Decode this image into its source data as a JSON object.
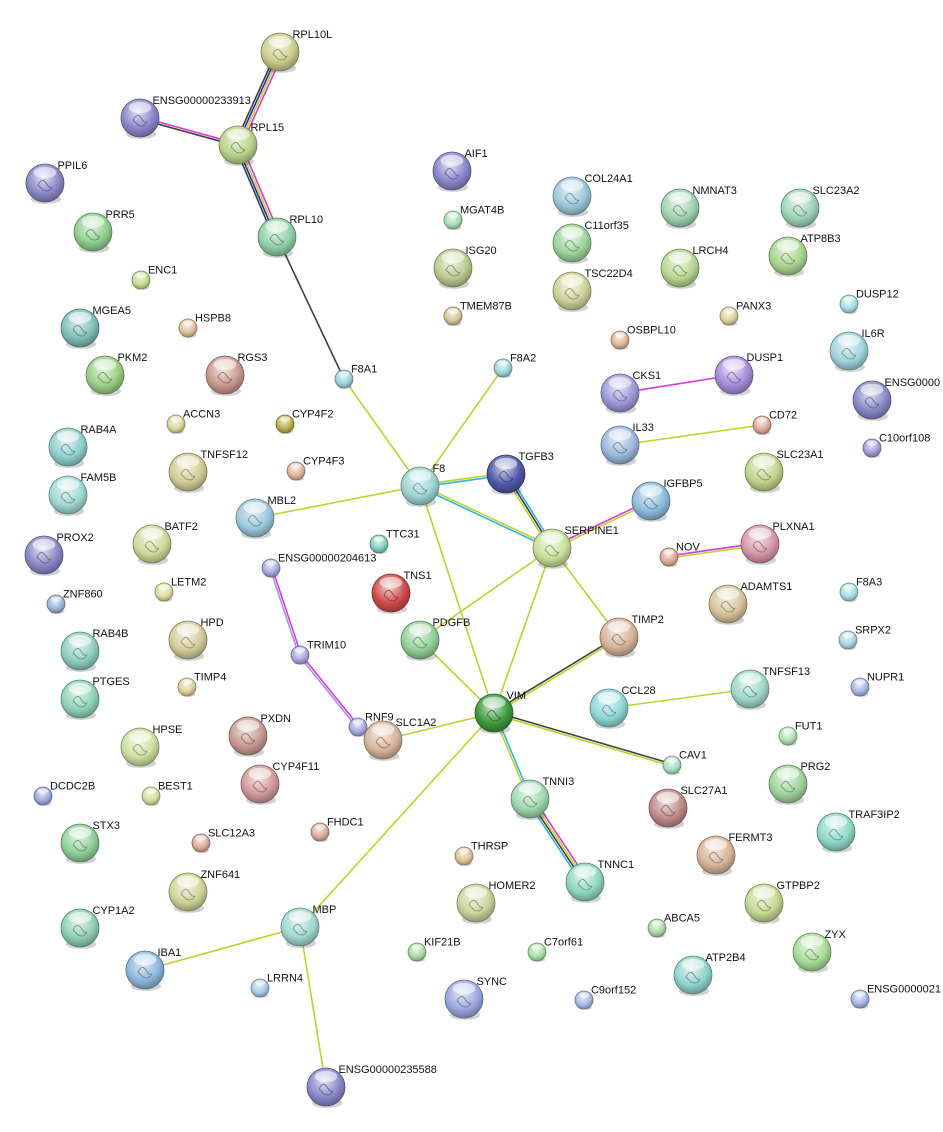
{
  "evidence_colors": {
    "lime": "#bcd32c",
    "cyan": "#2fb6e0",
    "magenta": "#d83ad8",
    "dark": "#3f3f3f",
    "blue": "#2a2aa0",
    "lavender": "#9d96f0"
  },
  "nodes": [
    {
      "id": "RPL10L",
      "color": "#c9cd8a",
      "big": true
    },
    {
      "id": "ENSG00000233913",
      "color": "#8c87cc",
      "big": true
    },
    {
      "id": "RPL15",
      "color": "#b8d38a",
      "big": true
    },
    {
      "id": "PPIL6",
      "color": "#8a89c8",
      "big": true
    },
    {
      "id": "PRR5",
      "color": "#8fd08f",
      "big": true
    },
    {
      "id": "RPL10",
      "color": "#8fd0a8",
      "big": true
    },
    {
      "id": "ENC1",
      "color": "#c4dc8e",
      "big": false
    },
    {
      "id": "MGEA5",
      "color": "#7fbfb8",
      "big": true
    },
    {
      "id": "HSPB8",
      "color": "#d9c39a",
      "big": false
    },
    {
      "id": "PKM2",
      "color": "#9ccf86",
      "big": true
    },
    {
      "id": "RGS3",
      "color": "#c99a90",
      "big": true
    },
    {
      "id": "F8A1",
      "color": "#9fd2dc",
      "big": false
    },
    {
      "id": "F8A2",
      "color": "#9fd2dc",
      "big": false
    },
    {
      "id": "AIF1",
      "color": "#8a87cc",
      "big": true
    },
    {
      "id": "MGAT4B",
      "color": "#a8e0b0",
      "big": false
    },
    {
      "id": "ISG20",
      "color": "#bccb90",
      "big": true
    },
    {
      "id": "TMEM87B",
      "color": "#d9c39a",
      "big": false
    },
    {
      "id": "COL24A1",
      "color": "#9cc8dc",
      "big": true
    },
    {
      "id": "C11orf35",
      "color": "#9ed49c",
      "big": true
    },
    {
      "id": "TSC22D4",
      "color": "#cfd29a",
      "big": true
    },
    {
      "id": "NMNAT3",
      "color": "#9fd4b0",
      "big": true
    },
    {
      "id": "LRCH4",
      "color": "#b9d790",
      "big": true
    },
    {
      "id": "SLC23A2",
      "color": "#9fd4b8",
      "big": true
    },
    {
      "id": "ATP8B3",
      "color": "#acd48e",
      "big": true
    },
    {
      "id": "PANX3",
      "color": "#dccf9c",
      "big": false
    },
    {
      "id": "DUSP12",
      "color": "#a8dde0",
      "big": false
    },
    {
      "id": "OSBPL10",
      "color": "#dcb899",
      "big": false
    },
    {
      "id": "IL6R",
      "color": "#9fd4dc",
      "big": true
    },
    {
      "id": "CKS1",
      "color": "#9c9ad8",
      "big": true
    },
    {
      "id": "DUSP1",
      "color": "#a88cdc",
      "big": true
    },
    {
      "id": "ENSG0000",
      "color": "#8a89c8",
      "big": true
    },
    {
      "id": "CD72",
      "color": "#dcaa99",
      "big": false
    },
    {
      "id": "C10orf108",
      "color": "#a09cd8",
      "big": false
    },
    {
      "id": "IL33",
      "color": "#9cb8dc",
      "big": true
    },
    {
      "id": "SLC23A1",
      "color": "#bfd48c",
      "big": true
    },
    {
      "id": "RAB4A",
      "color": "#8fcfcc",
      "big": true
    },
    {
      "id": "ACCN3",
      "color": "#d8d89a",
      "big": false
    },
    {
      "id": "CYP4F2",
      "color": "#b8b04a",
      "big": false
    },
    {
      "id": "TNFSF12",
      "color": "#d2cc96",
      "big": true
    },
    {
      "id": "CYP4F3",
      "color": "#dcb49a",
      "big": false
    },
    {
      "id": "FAM5B",
      "color": "#9fd8d4",
      "big": true
    },
    {
      "id": "MBL2",
      "color": "#9cc8dc",
      "big": true
    },
    {
      "id": "F8",
      "color": "#9fd4d4",
      "big": true
    },
    {
      "id": "TGFB3",
      "color": "#5058a8",
      "big": true
    },
    {
      "id": "SERPINE1",
      "color": "#c8e09a",
      "big": true
    },
    {
      "id": "IGFBP5",
      "color": "#8cbcdc",
      "big": true
    },
    {
      "id": "TTC31",
      "color": "#7fcfc0",
      "big": false
    },
    {
      "id": "TNS1",
      "color": "#d04a4a",
      "big": true
    },
    {
      "id": "PROX2",
      "color": "#8a89c8",
      "big": true
    },
    {
      "id": "BATF2",
      "color": "#cfd898",
      "big": true
    },
    {
      "id": "ENSG00000204613",
      "color": "#a8a8e0",
      "big": false
    },
    {
      "id": "NOV",
      "color": "#dcaa99",
      "big": false
    },
    {
      "id": "PLXNA1",
      "color": "#d896a8",
      "big": true
    },
    {
      "id": "LETM2",
      "color": "#dcdc9c",
      "big": false
    },
    {
      "id": "ZNF860",
      "color": "#9cb4dc",
      "big": false
    },
    {
      "id": "ADAMTS1",
      "color": "#d8c49a",
      "big": true
    },
    {
      "id": "F8A3",
      "color": "#a8dde0",
      "big": false
    },
    {
      "id": "HPD",
      "color": "#d4cc9a",
      "big": true
    },
    {
      "id": "PDGFB",
      "color": "#94d098",
      "big": true
    },
    {
      "id": "TIMP2",
      "color": "#d8b498",
      "big": true
    },
    {
      "id": "RAB4B",
      "color": "#8fcfc0",
      "big": true
    },
    {
      "id": "TRIM10",
      "color": "#a8a8e0",
      "big": false
    },
    {
      "id": "SRPX2",
      "color": "#a8d4e0",
      "big": false
    },
    {
      "id": "NUPR1",
      "color": "#a8b8e4",
      "big": false
    },
    {
      "id": "PTGES",
      "color": "#8fd4b8",
      "big": true
    },
    {
      "id": "TIMP4",
      "color": "#ddd09c",
      "big": false
    },
    {
      "id": "VIM",
      "color": "#3d9a3d",
      "big": true
    },
    {
      "id": "CCL28",
      "color": "#8fd8d8",
      "big": true
    },
    {
      "id": "TNFSF13",
      "color": "#9fd8c8",
      "big": true
    },
    {
      "id": "RNF9",
      "color": "#a8a8e0",
      "big": false
    },
    {
      "id": "PXDN",
      "color": "#c89a90",
      "big": true
    },
    {
      "id": "HPSE",
      "color": "#cce0a0",
      "big": true
    },
    {
      "id": "FUT1",
      "color": "#b0e0b0",
      "big": false
    },
    {
      "id": "SLC1A2",
      "color": "#d8b49a",
      "big": true
    },
    {
      "id": "CAV1",
      "color": "#a8e0c0",
      "big": false
    },
    {
      "id": "CYP4F11",
      "color": "#d49a9a",
      "big": true
    },
    {
      "id": "DCDC2B",
      "color": "#9ca8dc",
      "big": false
    },
    {
      "id": "BEST1",
      "color": "#d4dc9c",
      "big": false
    },
    {
      "id": "PRG2",
      "color": "#a0d49a",
      "big": true
    },
    {
      "id": "SLC27A1",
      "color": "#c08a88",
      "big": true
    },
    {
      "id": "TNNI3",
      "color": "#9fd8b0",
      "big": true
    },
    {
      "id": "TRAF3IP2",
      "color": "#8fd8c8",
      "big": true
    },
    {
      "id": "STX3",
      "color": "#8fd098",
      "big": true
    },
    {
      "id": "SLC12A3",
      "color": "#dcaa99",
      "big": false
    },
    {
      "id": "FHDC1",
      "color": "#dcaa99",
      "big": false
    },
    {
      "id": "FERMT3",
      "color": "#d8b498",
      "big": true
    },
    {
      "id": "THRSP",
      "color": "#dcc39a",
      "big": false
    },
    {
      "id": "TNNC1",
      "color": "#8fd8c0",
      "big": true
    },
    {
      "id": "ZNF641",
      "color": "#d0d498",
      "big": true
    },
    {
      "id": "HOMER2",
      "color": "#c8d49a",
      "big": true
    },
    {
      "id": "GTPBP2",
      "color": "#c4d890",
      "big": true
    },
    {
      "id": "CYP1A2",
      "color": "#8fd0b0",
      "big": true
    },
    {
      "id": "MBP",
      "color": "#9fd8d0",
      "big": true
    },
    {
      "id": "ABCA5",
      "color": "#a8dca0",
      "big": false
    },
    {
      "id": "ZYX",
      "color": "#a8dc98",
      "big": true
    },
    {
      "id": "KIF21B",
      "color": "#a8dca0",
      "big": false
    },
    {
      "id": "C7orf61",
      "color": "#a8e0a8",
      "big": false
    },
    {
      "id": "IBA1",
      "color": "#8cb8dc",
      "big": true
    },
    {
      "id": "LRRN4",
      "color": "#a8c8e4",
      "big": false
    },
    {
      "id": "ATP2B4",
      "color": "#8fd4cc",
      "big": true
    },
    {
      "id": "SYNC",
      "color": "#9ca8e0",
      "big": true
    },
    {
      "id": "C9orf152",
      "color": "#a8b8e8",
      "big": false
    },
    {
      "id": "ENSG0000021",
      "color": "#a8b8e8",
      "big": false
    },
    {
      "id": "ENSG00000235588",
      "color": "#8a87cc",
      "big": true
    }
  ],
  "edges": [
    {
      "a": "RPL10L",
      "b": "RPL15",
      "channels": [
        "magenta",
        "lime",
        "blue",
        "dark"
      ]
    },
    {
      "a": "ENSG00000233913",
      "b": "RPL15",
      "channels": [
        "magenta",
        "dark"
      ]
    },
    {
      "a": "RPL15",
      "b": "RPL10",
      "channels": [
        "magenta",
        "lime",
        "blue",
        "dark"
      ]
    },
    {
      "a": "RPL10",
      "b": "F8A1",
      "channels": [
        "dark"
      ]
    },
    {
      "a": "F8A1",
      "b": "F8",
      "channels": [
        "lime"
      ]
    },
    {
      "a": "F8A2",
      "b": "F8",
      "channels": [
        "lime"
      ]
    },
    {
      "a": "MBL2",
      "b": "F8",
      "channels": [
        "lime"
      ]
    },
    {
      "a": "F8",
      "b": "TGFB3",
      "channels": [
        "lime",
        "cyan"
      ]
    },
    {
      "a": "F8",
      "b": "SERPINE1",
      "channels": [
        "lime",
        "cyan"
      ]
    },
    {
      "a": "F8",
      "b": "VIM",
      "channels": [
        "lime"
      ]
    },
    {
      "a": "TGFB3",
      "b": "SERPINE1",
      "channels": [
        "cyan",
        "dark",
        "lime"
      ]
    },
    {
      "a": "SERPINE1",
      "b": "IGFBP5",
      "channels": [
        "magenta",
        "lime"
      ]
    },
    {
      "a": "SERPINE1",
      "b": "PDGFB",
      "channels": [
        "lime"
      ]
    },
    {
      "a": "SERPINE1",
      "b": "VIM",
      "channels": [
        "lime"
      ]
    },
    {
      "a": "SERPINE1",
      "b": "TIMP2",
      "channels": [
        "lime"
      ]
    },
    {
      "a": "PDGFB",
      "b": "VIM",
      "channels": [
        "lime"
      ]
    },
    {
      "a": "VIM",
      "b": "TIMP2",
      "channels": [
        "dark",
        "lime"
      ]
    },
    {
      "a": "VIM",
      "b": "CAV1",
      "channels": [
        "dark",
        "lime"
      ]
    },
    {
      "a": "VIM",
      "b": "SLC1A2",
      "channels": [
        "lime"
      ]
    },
    {
      "a": "VIM",
      "b": "MBP",
      "channels": [
        "lime"
      ]
    },
    {
      "a": "VIM",
      "b": "TNNI3",
      "channels": [
        "cyan",
        "lime"
      ]
    },
    {
      "a": "TNNI3",
      "b": "TNNC1",
      "channels": [
        "magenta",
        "lime",
        "dark",
        "cyan"
      ]
    },
    {
      "a": "CKS1",
      "b": "DUSP1",
      "channels": [
        "magenta"
      ]
    },
    {
      "a": "IL33",
      "b": "CD72",
      "channels": [
        "lime"
      ]
    },
    {
      "a": "NOV",
      "b": "PLXNA1",
      "channels": [
        "magenta",
        "lime"
      ]
    },
    {
      "a": "CCL28",
      "b": "TNFSF13",
      "channels": [
        "lime"
      ]
    },
    {
      "a": "ENSG00000204613",
      "b": "TRIM10",
      "channels": [
        "magenta",
        "lavender"
      ]
    },
    {
      "a": "TRIM10",
      "b": "RNF9",
      "channels": [
        "magenta",
        "lavender"
      ]
    },
    {
      "a": "MBP",
      "b": "IBA1",
      "channels": [
        "lime"
      ]
    },
    {
      "a": "MBP",
      "b": "ENSG00000235588",
      "channels": [
        "lime"
      ]
    }
  ]
}
